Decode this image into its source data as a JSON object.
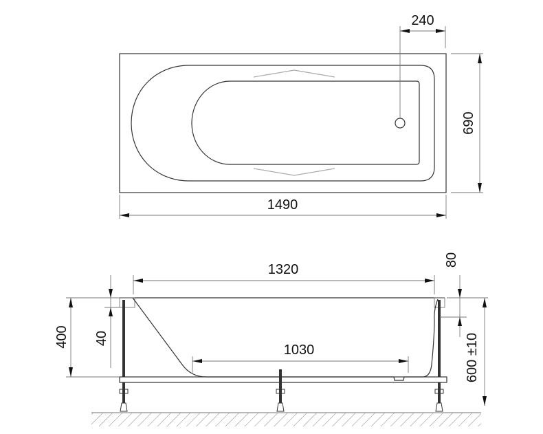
{
  "top_view": {
    "width_label": "1490",
    "depth_label": "690",
    "drain_offset_label": "240"
  },
  "side_view": {
    "inner_length_label": "1320",
    "bottom_length_label": "1030",
    "rim_thickness_label": "40",
    "height_label": "400",
    "overflow_label": "80",
    "install_height_label": "600 ±10"
  }
}
